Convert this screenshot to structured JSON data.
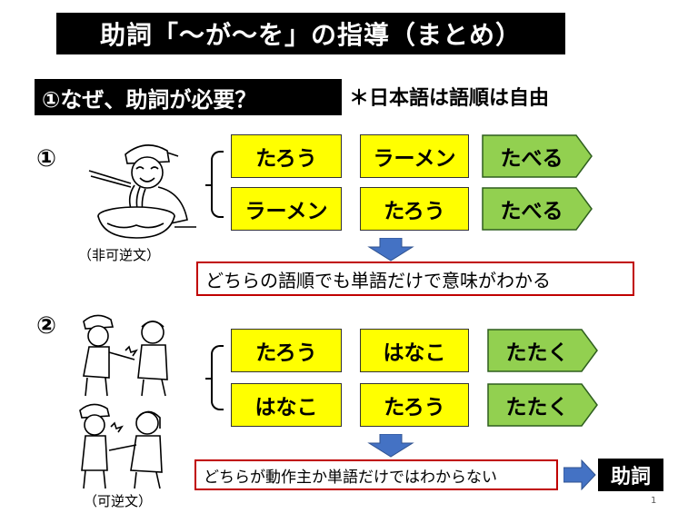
{
  "title": "助詞「～が～を」の指導（まとめ）",
  "section_heading": "①なぜ、助詞が必要？",
  "note": "＊日本語は語順は自由",
  "example1": {
    "number": "①",
    "caption": "（非可逆文）",
    "row1": [
      "たろう",
      "ラーメン",
      "たべる"
    ],
    "row2": [
      "ラーメン",
      "たろう",
      "たべる"
    ],
    "conclusion": "どちらの語順でも単語だけで意味がわかる"
  },
  "example2": {
    "number": "②",
    "caption": "（可逆文）",
    "row1": [
      "たろう",
      "はなこ",
      "たたく"
    ],
    "row2": [
      "はなこ",
      "たろう",
      "たたく"
    ],
    "conclusion": "どちらが動作主か単語だけではわからない",
    "result": "助詞"
  },
  "page_number": "1",
  "colors": {
    "box_yellow": "#ffff00",
    "verb_green": "#92d050",
    "arrow_blue": "#4472c4",
    "frame_red": "#c00000"
  }
}
